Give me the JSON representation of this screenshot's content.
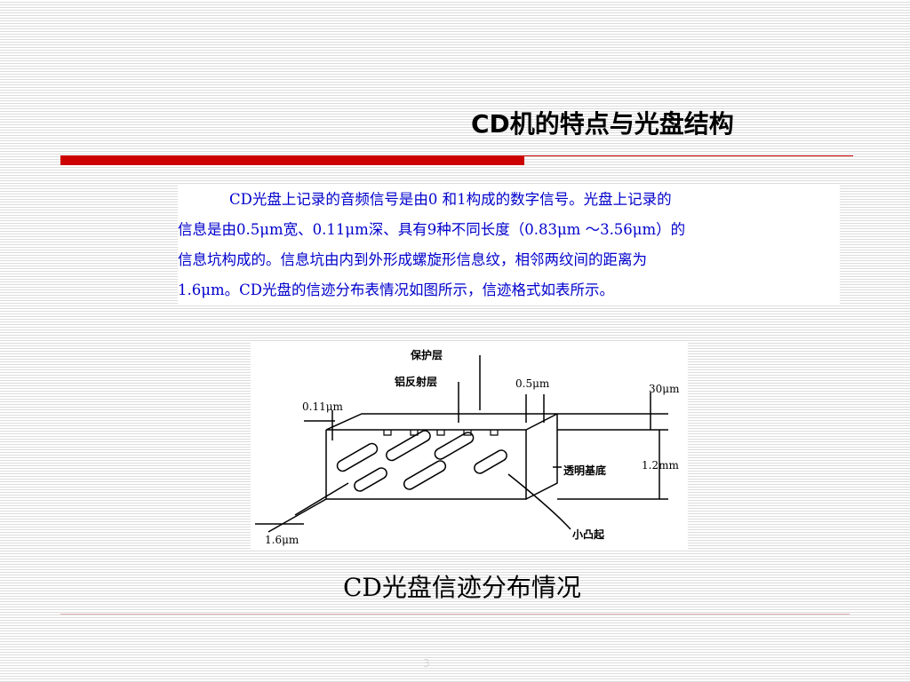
{
  "slide": {
    "title": "CD机的特点与光盘结构",
    "paragraph_lines": [
      "CD光盘上记录的音频信号是由0 和1构成的数字信号。光盘上记录的",
      "信息是由0.5μm宽、0.11μm深、具有9种不同长度（0.83μm ～3.56μm）的",
      "信息坑构成的。信息坑由内到外形成螺旋形信息纹，相邻两纹间的距离为",
      "1.6μm。CD光盘的信迹分布表情况如图所示，信迹格式如表所示。"
    ],
    "caption": "CD光盘信迹分布情况",
    "page_number": "3"
  },
  "figure": {
    "labels": {
      "protective_layer": "保护层",
      "aluminum_layer": "铝反射层",
      "pit_width": "0.5μm",
      "pit_depth": "0.11μm",
      "protective_thickness": "30μm",
      "substrate": "透明基底",
      "substrate_thickness": "1.2mm",
      "bumps": "小凸起",
      "track_pitch": "1.6μm"
    }
  },
  "colors": {
    "title_bar": "#cc0000",
    "paragraph_text": "#0000cc"
  }
}
